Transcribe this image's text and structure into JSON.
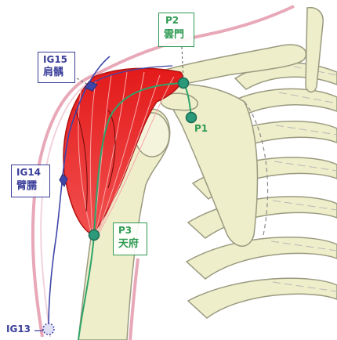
{
  "colors": {
    "skin_outline": "#e8a8b8",
    "bone_fill": "#eeeecb",
    "bone_stroke": "#9a9a80",
    "muscle": "#e51c1c",
    "muscle_dark": "#b31010",
    "lung_channel": "#2ea46a",
    "small_intestine_channel": "#3f46a8",
    "point_fill": "#2a9a7a",
    "ig_label": "#3b3f9a",
    "lu_label": "#2e9a52"
  },
  "points": [
    {
      "code": "IG15",
      "name": "肩髃",
      "channel": "small_intestine",
      "icon": "marker-diamond"
    },
    {
      "code": "IG14",
      "name": "臂臑",
      "channel": "small_intestine",
      "icon": "marker-diamond"
    },
    {
      "code": "IG13",
      "name": "",
      "channel": "small_intestine",
      "icon": "marker-circle-dashed"
    },
    {
      "code": "P1",
      "name": "",
      "channel": "lung",
      "icon": "marker-circle"
    },
    {
      "code": "P2",
      "name": "雲門",
      "channel": "lung",
      "icon": "marker-circle"
    },
    {
      "code": "P3",
      "name": "天府",
      "channel": "lung",
      "icon": "marker-circle"
    }
  ]
}
